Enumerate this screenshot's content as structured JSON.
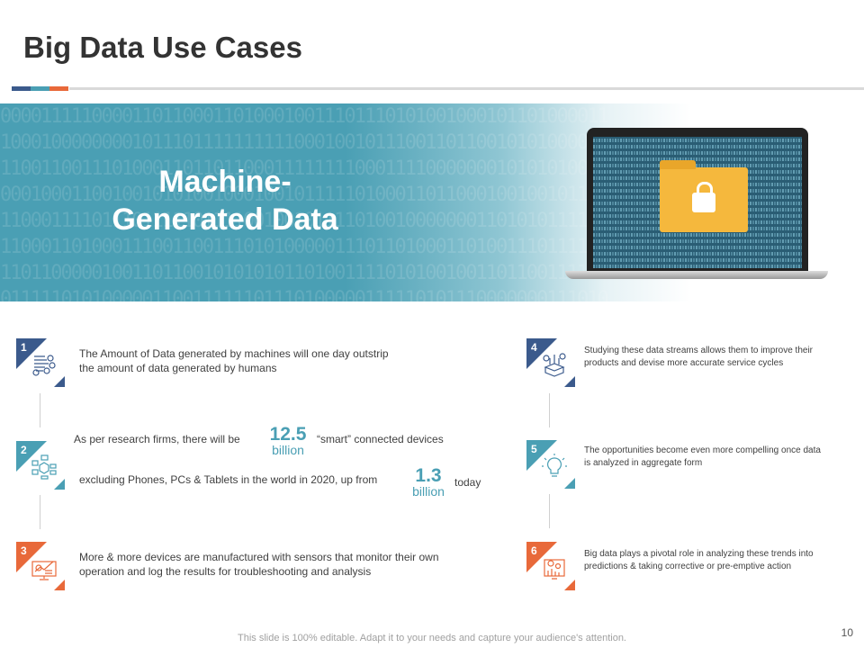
{
  "title": "Big Data Use Cases",
  "colors": {
    "navy": "#3b5a8c",
    "teal": "#4a9fb4",
    "orange": "#e8693a"
  },
  "banner": {
    "title_line1": "Machine-",
    "title_line2": "Generated Data",
    "image": "laptop-with-locked-folder"
  },
  "items": [
    {
      "number": "1",
      "icon": "binary-data-icon",
      "text": "The Amount of Data generated by machines will one day outstrip the amount of data generated by humans"
    },
    {
      "number": "2",
      "icon": "network-devices-icon",
      "text_a": "As per research firms, there will be",
      "value_a": "12.5",
      "unit_a": "billion",
      "text_b": "“smart” connected devices",
      "text_c": "excluding Phones, PCs & Tablets in the world in 2020, up from",
      "value_b": "1.3",
      "unit_b": "billion",
      "text_d": "today"
    },
    {
      "number": "3",
      "icon": "monitor-analytics-icon",
      "text": "More & more devices are manufactured with sensors that monitor their own operation and log the results for troubleshooting and analysis"
    },
    {
      "number": "4",
      "icon": "box-data-streams-icon",
      "text": "Studying these data streams allows them to improve their products and devise more accurate service cycles"
    },
    {
      "number": "5",
      "icon": "lightbulb-icon",
      "text": "The opportunities become even more compelling once data is analyzed in aggregate form"
    },
    {
      "number": "6",
      "icon": "gears-chart-icon",
      "text": "Big data plays a pivotal role in analyzing these trends into predictions & taking corrective or pre-emptive action"
    }
  ],
  "footer": "This slide is 100% editable. Adapt it to your needs and capture your audience's attention.",
  "page_number": "10"
}
